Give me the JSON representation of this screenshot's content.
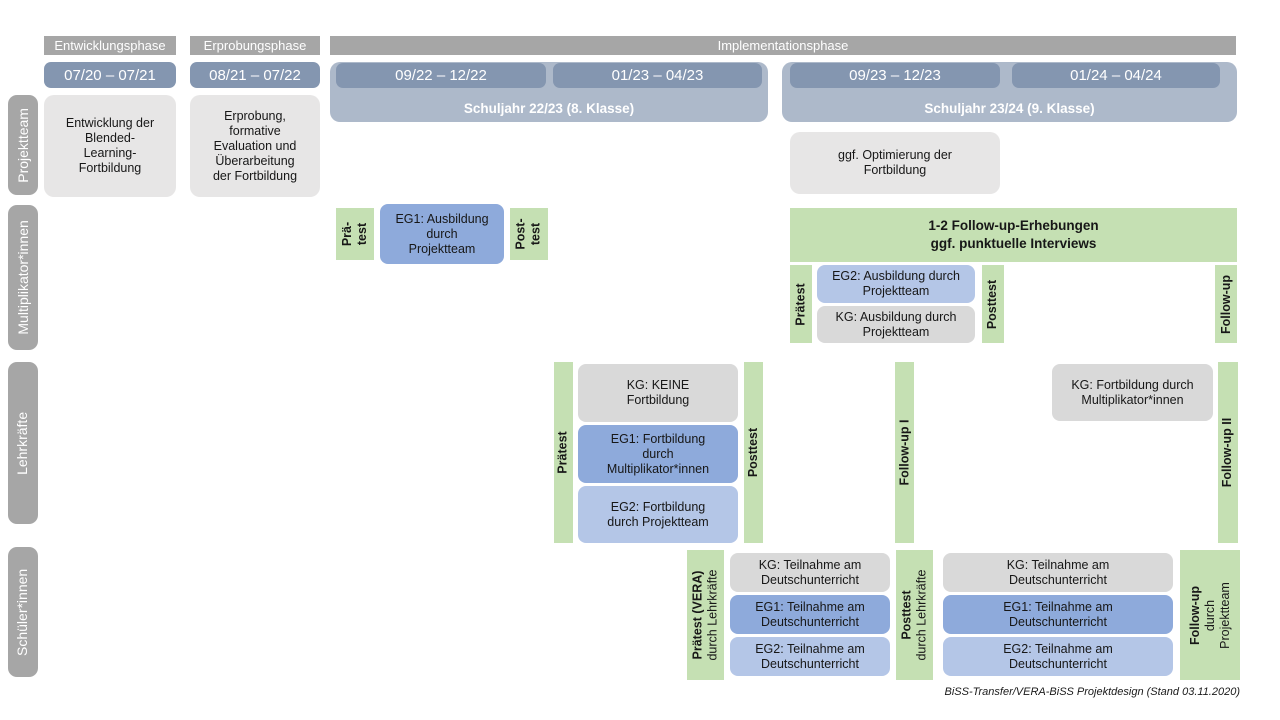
{
  "colors": {
    "phase_header": "#a6a6a6",
    "lane_bar": "#a6a6a6",
    "date_bar": "#8496b0",
    "year_band": "#adb9ca",
    "box_gray_light": "#e7e6e6",
    "box_gray": "#d9d9d9",
    "box_blue_eg1": "#8eaadb",
    "box_blue_eg2": "#b4c6e7",
    "bar_green": "#c5e0b3",
    "text_dark": "#171717",
    "text_white": "#ffffff"
  },
  "phases": {
    "entwicklung": "Entwicklungsphase",
    "erprobung": "Erprobungsphase",
    "implementation": "Implementationsphase"
  },
  "periods": {
    "p1": "07/20 – 07/21",
    "p2": "08/21 – 07/22",
    "p3": "09/22 – 12/22",
    "p4": "01/23 – 04/23",
    "p5": "09/23 – 12/23",
    "p6": "01/24 – 04/24"
  },
  "school_years": {
    "sy1": "Schuljahr 22/23 (8. Klasse)",
    "sy2": "Schuljahr 23/24 (9. Klasse)"
  },
  "lanes": {
    "projektteam": "Projektteam",
    "multiplikatoren": "Multiplikator*innen",
    "lehrkraefte": "Lehrkräfte",
    "schueler": "Schüler*innen"
  },
  "projektteam": {
    "entwicklung": "Entwicklung der\nBlended-\nLearning-\nFortbildung",
    "erprobung": "Erprobung,\nformative\nEvaluation und\nÜberarbeitung\nder Fortbildung",
    "optimierung": "ggf. Optimierung der\nFortbildung"
  },
  "multiplikatoren": {
    "praetest1": "Prä-\ntest",
    "eg1": "EG1: Ausbildung\ndurch\nProjektteam",
    "posttest1": "Post-\ntest",
    "banner": "1-2 Follow-up-Erhebungen\nggf. punktuelle Interviews",
    "praetest2": "Prätest",
    "eg2": "EG2: Ausbildung durch\nProjektteam",
    "kg": "KG: Ausbildung durch\nProjektteam",
    "posttest2": "Posttest",
    "followup": "Follow-up"
  },
  "lehrkraefte": {
    "praetest": "Prätest",
    "kg": "KG: KEINE\nFortbildung",
    "eg1": "EG1: Fortbildung\ndurch\nMultiplikator*innen",
    "eg2": "EG2: Fortbildung\ndurch Projektteam",
    "posttest": "Posttest",
    "followup1": "Follow-up I",
    "kg2": "KG: Fortbildung durch\nMultiplikator*innen",
    "followup2": "Follow-up II"
  },
  "schueler": {
    "praetest": {
      "bold": "Prätest (VERA)",
      "sub": "durch Lehrkräfte"
    },
    "group1": {
      "kg": "KG: Teilnahme am\nDeutschunterricht",
      "eg1": "EG1: Teilnahme am\nDeutschunterricht",
      "eg2": "EG2: Teilnahme am\nDeutschunterricht"
    },
    "posttest": {
      "bold": "Posttest",
      "sub": "durch Lehrkräfte"
    },
    "group2": {
      "kg": "KG: Teilnahme am\nDeutschunterricht",
      "eg1": "EG1: Teilnahme am\nDeutschunterricht",
      "eg2": "EG2: Teilnahme am\nDeutschunterricht"
    },
    "followup": {
      "bold": "Follow-up",
      "sub": "durch\nProjektteam"
    }
  },
  "caption": "BiSS-Transfer/VERA-BiSS Projektdesign (Stand 03.11.2020)"
}
